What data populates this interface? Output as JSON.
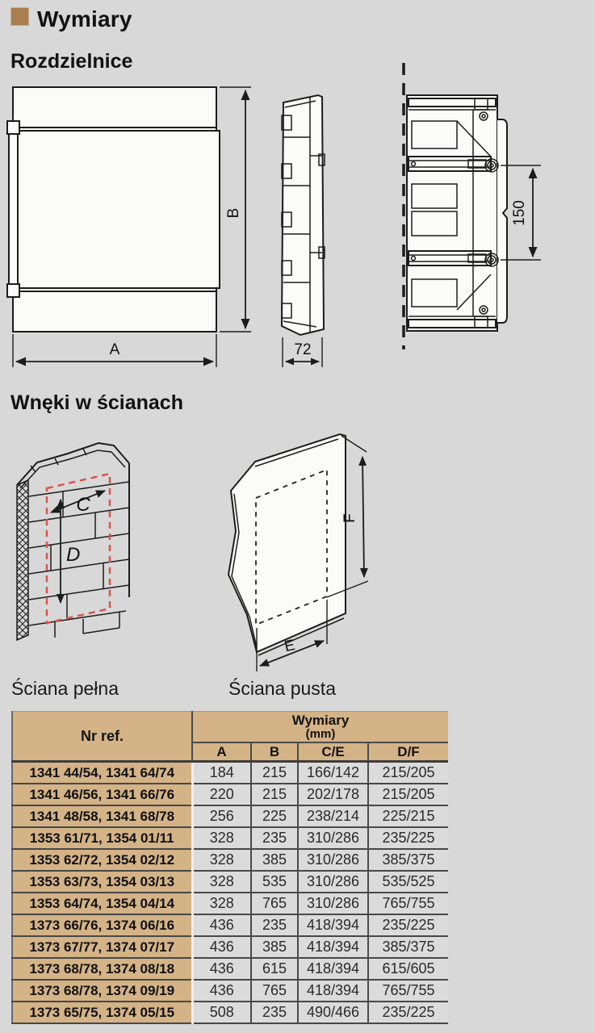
{
  "page": {
    "title": "Wymiary",
    "sections": {
      "boards": "Rozdzielnice",
      "recesses": "Wnęki w ścianach"
    },
    "captions": {
      "solid_wall": "Ściana pełna",
      "hollow_wall": "Ściana pusta"
    }
  },
  "drawings": {
    "front_view": {
      "width_label": "A",
      "height_label": "B"
    },
    "side_view": {
      "depth_label": "72"
    },
    "rear_view": {
      "spacing_label": "150"
    },
    "solid_wall": {
      "width_label": "C",
      "height_label": "D"
    },
    "hollow_wall": {
      "width_label": "E",
      "height_label": "F"
    }
  },
  "table": {
    "ref_header": "Nr ref.",
    "group_header": "Wymiary",
    "group_unit": "(mm)",
    "columns": [
      "A",
      "B",
      "C/E",
      "D/F"
    ],
    "rows": [
      [
        "1341 44/54, 1341 64/74",
        "184",
        "215",
        "166/142",
        "215/205"
      ],
      [
        "1341 46/56, 1341 66/76",
        "220",
        "215",
        "202/178",
        "215/205"
      ],
      [
        "1341 48/58, 1341 68/78",
        "256",
        "225",
        "238/214",
        "225/215"
      ],
      [
        "1353 61/71, 1354 01/11",
        "328",
        "235",
        "310/286",
        "235/225"
      ],
      [
        "1353 62/72, 1354 02/12",
        "328",
        "385",
        "310/286",
        "385/375"
      ],
      [
        "1353 63/73, 1354 03/13",
        "328",
        "535",
        "310/286",
        "535/525"
      ],
      [
        "1353 64/74, 1354 04/14",
        "328",
        "765",
        "310/286",
        "765/755"
      ],
      [
        "1373 66/76, 1374 06/16",
        "436",
        "235",
        "418/394",
        "235/225"
      ],
      [
        "1373 67/77, 1374 07/17",
        "436",
        "385",
        "418/394",
        "385/375"
      ],
      [
        "1373 68/78, 1374 08/18",
        "436",
        "615",
        "418/394",
        "615/605"
      ],
      [
        "1373 68/78, 1374 09/19",
        "436",
        "765",
        "418/394",
        "765/755"
      ],
      [
        "1373 65/75, 1374 05/15",
        "508",
        "235",
        "490/466",
        "235/225"
      ]
    ]
  },
  "colors": {
    "accent_brown": "#a97f50",
    "table_header_tan": "#d4b387",
    "page_background": "#d8d8d8",
    "recess_dashed_red": "#d9544a"
  }
}
